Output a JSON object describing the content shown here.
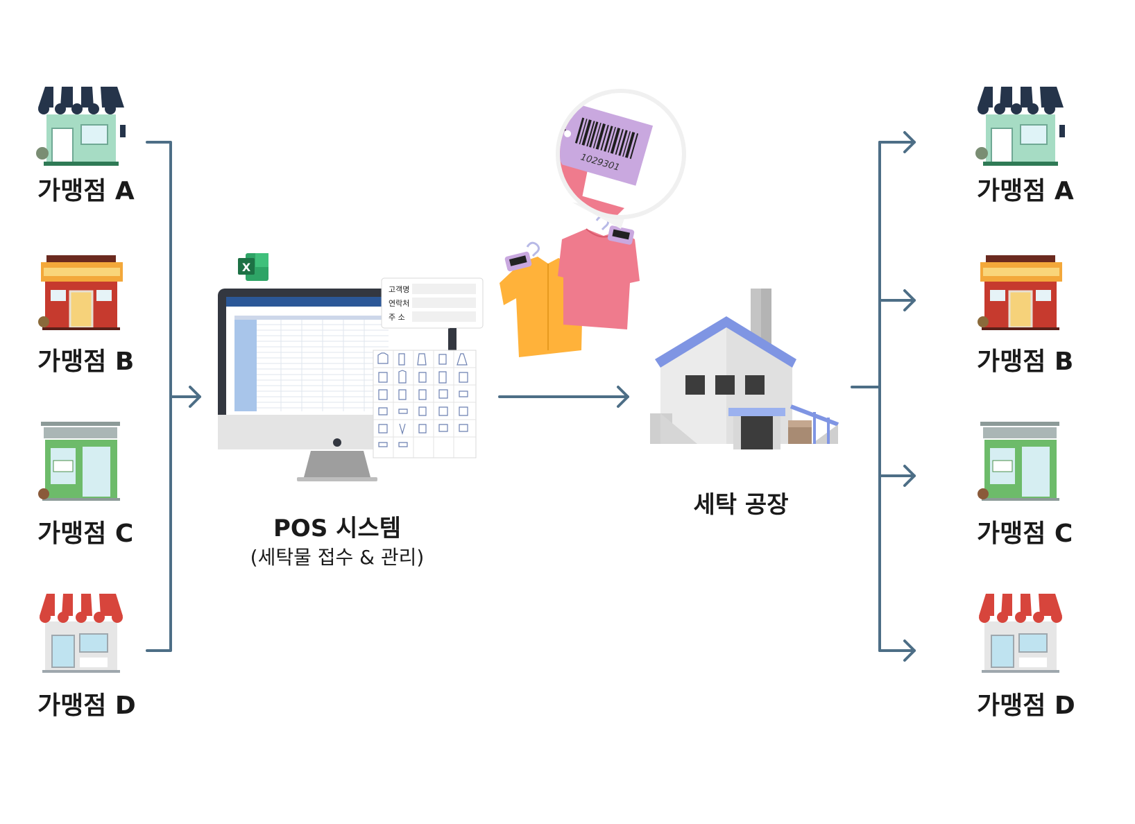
{
  "left_stores": [
    {
      "label": "가맹점 A"
    },
    {
      "label": "가맹점 B"
    },
    {
      "label": "가맹점 C"
    },
    {
      "label": "가맹점 D"
    }
  ],
  "right_stores": [
    {
      "label": "가맹점 A"
    },
    {
      "label": "가맹점 B"
    },
    {
      "label": "가맹점 C"
    },
    {
      "label": "가맹점 D"
    }
  ],
  "pos": {
    "title": "POS 시스템",
    "subtitle": "(세탁물 접수 & 관리)",
    "excel_badge": "X",
    "form_fields": [
      "고객명",
      "연락처",
      "주 소"
    ]
  },
  "tag": {
    "barcode_number": "1029301"
  },
  "factory": {
    "title": "세탁 공장"
  },
  "colors": {
    "connector": "#4d6e86",
    "factory_roof": "#7f95e3",
    "excel_green": "#1d7145",
    "shirt_pink": "#ef7b8d",
    "shirt_orange": "#ffb23a",
    "tag_purple": "#c9a8df"
  }
}
